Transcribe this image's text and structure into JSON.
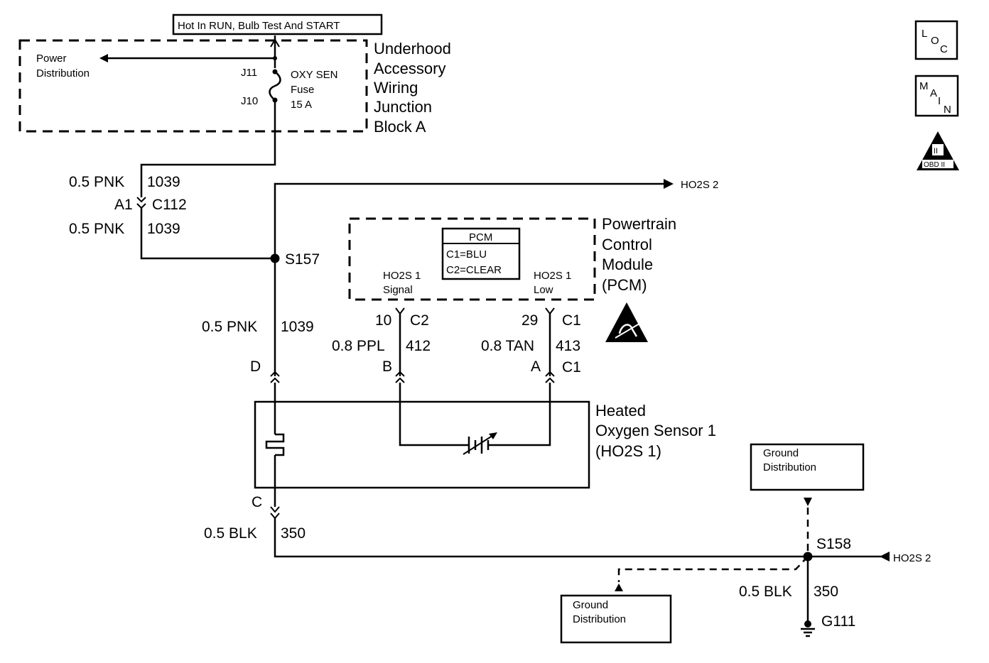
{
  "labels": {
    "hot_in_run": "Hot In RUN, Bulb Test And START",
    "power_distribution": [
      "Power",
      "Distribution"
    ],
    "j11": "J11",
    "j10": "J10",
    "fuse": [
      "OXY SEN",
      "Fuse",
      "15 A"
    ],
    "junction_block": [
      "Underhood",
      "Accessory",
      "Wiring",
      "Junction",
      "Block A"
    ],
    "wire_pnk_top": "0.5 PNK",
    "wire_pnk_top_circuit": "1039",
    "conn_a1": "A1",
    "conn_c112": "C112",
    "wire_pnk_mid": "0.5 PNK",
    "wire_pnk_mid_circuit": "1039",
    "ho2s2_out": "HO2S 2",
    "s157": "S157",
    "pcm_box_title": "PCM",
    "pcm_box_c1": "C1=BLU",
    "pcm_box_c2": "C2=CLEAR",
    "ho2s1_signal": [
      "HO2S 1",
      "Signal"
    ],
    "ho2s1_low": [
      "HO2S 1",
      "Low"
    ],
    "pcm_name": [
      "Powertrain",
      "Control",
      "Module",
      "(PCM)"
    ],
    "wire_pnk_low": "0.5 PNK",
    "wire_pnk_low_circuit": "1039",
    "pin_10": "10",
    "conn_c2": "C2",
    "wire_ppl": "0.8 PPL",
    "wire_ppl_circuit": "412",
    "pin_29": "29",
    "conn_c1_top": "C1",
    "wire_tan": "0.8 TAN",
    "wire_tan_circuit": "413",
    "pin_d": "D",
    "pin_b": "B",
    "pin_a": "A",
    "conn_c1_bottom": "C1",
    "sensor_name": [
      "Heated",
      "Oxygen Sensor 1",
      "(HO2S 1)"
    ],
    "pin_c": "C",
    "wire_blk_left": "0.5 BLK",
    "wire_blk_left_circuit": "350",
    "ground_dist_top": [
      "Ground",
      "Distribution"
    ],
    "s158": "S158",
    "ho2s2_in": "HO2S 2",
    "wire_blk_right": "0.5 BLK",
    "wire_blk_right_circuit": "350",
    "ground_dist_bottom": [
      "Ground",
      "Distribution"
    ],
    "g111": "G111",
    "icon_loc": [
      "L",
      "O",
      "C"
    ],
    "icon_main": [
      "M",
      "A",
      "I",
      "N"
    ],
    "icon_obd": [
      "II",
      "OBD II"
    ]
  }
}
